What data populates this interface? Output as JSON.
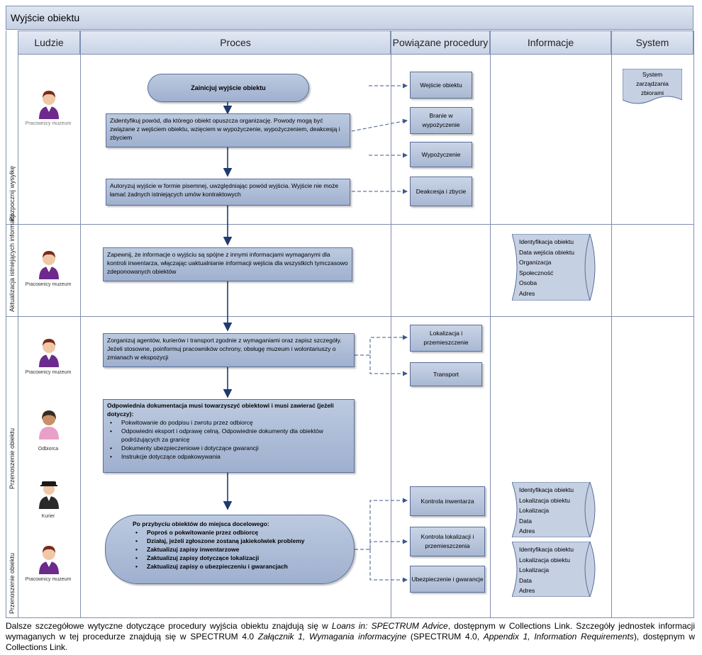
{
  "title": "Wyjście obiektu",
  "columns": [
    "Ludzie",
    "Proces",
    "Powiązane procedury",
    "Informacje",
    "System"
  ],
  "lanes": [
    {
      "label": "Rozpocznij wysyłkę"
    },
    {
      "label": "Aktualizacja istniejących informacji"
    },
    {
      "label": "Przenoszenie obiektu"
    },
    {
      "label": "Przenoszenie obiektu"
    }
  ],
  "people": [
    {
      "role": "Pracownicy muzeum",
      "icon": "staff-person-icon"
    },
    {
      "role": "Pracownicy muzeum",
      "icon": "staff-person-icon"
    },
    {
      "role": "Pracownicy muzeum",
      "icon": "staff-person-icon"
    },
    {
      "role": "Odbiorca",
      "icon": "recipient-person-icon"
    },
    {
      "role": "Kurier",
      "icon": "courier-person-icon"
    },
    {
      "role": "Pracownicy muzeum",
      "icon": "staff-person-icon"
    }
  ],
  "process": {
    "start": "Zainicjuj wyjście obiektu",
    "identify": "Zidentyfikuj powód, dla którego obiekt opuszcza organizację. Powody mogą być związane z wejściem obiektu, wzięciem w wypożyczenie, wypożyczeniem, deakcesją i zbyciem",
    "authorize": "Autoryzuj wyjście w formie pisemnej, uwzględniając powód wyjścia. Wyjście nie może łamać żadnych istniejących umów kontraktowych",
    "ensure": "Zapewnij, że informacje o wyjściu są spójne z innymi informacjami wymaganymi dla kontroli inwentarza, włączając uaktualnianie informacji wejścia dla wszystkich tymczasowo zdeponowanych obiektów",
    "organize": "Zorganizuj agentów, kurierów i transport zgodnie z wymaganiami oraz zapisz szczegóły. Jeżeli stosowne, poinformuj pracowników ochrony, obsługę muzeum i wolontariuszy o zmianach w ekspozycji",
    "docs_title": "Odpowiednia dokumentacja musi towarzyszyć obiektowi i musi zawierać (jeżeli dotyczy):",
    "docs_items": [
      "Pokwitowanie do podpisu i zwrotu przez odbiorcę",
      "Odpowiedni eksport i odprawę celną. Odpowiednie dokumenty dla obiektów podróżujących za granicę",
      "Dokumenty ubezpieczeniowe i dotyczące gwarancji",
      "Instrukcje dotyczące odpakowywania"
    ],
    "arrival_title": "Po przybyciu obiektów do miejsca docelowego:",
    "arrival_items": [
      "Poproś o pokwitowanie przez odbiorcę",
      "Działaj, jeżeli zgłoszone zostaną jakiekolwiek problemy",
      "Zaktualizuj zapisy inwentarzowe",
      "Zaktualizuj zapisy dotyczące lokalizacji",
      "Zaktualizuj zapisy o ubezpieczeniu i gwarancjach"
    ]
  },
  "procedures": {
    "p1": "Wejście obiektu",
    "p2": "Branie w wypożyczenie",
    "p3": "Wypożyczenie",
    "p4": "Deakcesja i zbycie",
    "p5": "Lokalizacja i przemieszczenie",
    "p6": "Transport",
    "p7": "Kontrola inwentarza",
    "p8": "Kontrola lokalizacji i przemieszczenia",
    "p9": "Ubezpieczenie i gwarancje"
  },
  "information": {
    "i1": [
      "Identyfikacja obiektu",
      "Data wejścia obiektu",
      "Organizacja",
      "Społeczność",
      "Osoba",
      "Adres"
    ],
    "i2": [
      "Identyfikacja obiektu",
      "Lokalizacja obiektu",
      "Lokalizacja",
      "Data",
      "Adres"
    ],
    "i3": [
      "Identyfikacja obiektu",
      "Lokalizacja obiektu",
      "Lokalizacja",
      "Data",
      "Adres"
    ]
  },
  "system": {
    "doc": "System zarządzania zbiorami"
  },
  "caption": {
    "s1": "Dalsze szczegółowe wytyczne dotyczące procedury wyjścia obiektu znajdują się w ",
    "s2": "Loans in: SPECTRUM Advice",
    "s3": ", dostępnym w Collections Link. Szczegóły jednostek informacji wymaganych w tej procedurze znajdują się w SPECTRUM 4.0 ",
    "s4": "Załącznik 1, Wymagania informacyjne",
    "s5": " (SPECTRUM 4.0, ",
    "s6": "Appendix 1, Information Requirements",
    "s7": "), dostępnym w Collections Link."
  },
  "colors": {
    "box_fill": "#a9b8d3",
    "box_border": "#5a6f98",
    "arrow": "#1f3a6e",
    "dashed": "#3a5a8c"
  }
}
